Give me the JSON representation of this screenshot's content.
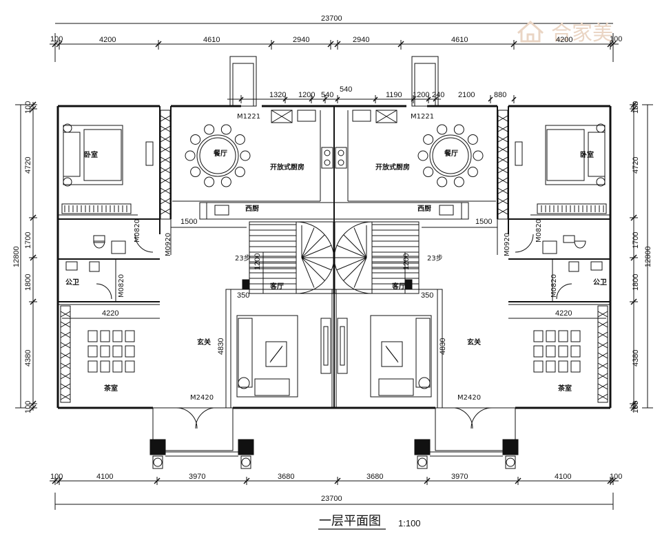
{
  "brand": {
    "text": "合家美"
  },
  "title": {
    "text": "一层平面图",
    "scale": "1:100"
  },
  "dims": {
    "total": "23700",
    "edge": "100",
    "top": [
      "4200",
      "4610",
      "2940",
      "2940",
      "4610",
      "4200"
    ],
    "top2_left": [
      "1320",
      "1200",
      "540"
    ],
    "top2_right": [
      "540",
      "1190",
      "1200",
      "240",
      "2100",
      "880"
    ],
    "bottom": [
      "4100",
      "3970",
      "3680",
      "3680",
      "3970",
      "4100"
    ],
    "side_total": "12800",
    "side": [
      "4720",
      "1700",
      "1800",
      "4380"
    ],
    "d1500": "1500",
    "d4220": "4220",
    "d350": "350",
    "d1200": "1200",
    "d4830": "4830"
  },
  "labels": {
    "m1221": "M1221",
    "m2420": "M2420",
    "m0920": "M0920",
    "m0820": "M0820",
    "steps": "23步"
  },
  "rooms": {
    "bedroom": "卧室",
    "dining": "餐厅",
    "kitchen": "开放式厨房",
    "western_kitchen": "西厨",
    "living": "客厅",
    "foyer": "玄关",
    "tea_room": "茶室",
    "public_wc": "公卫"
  }
}
